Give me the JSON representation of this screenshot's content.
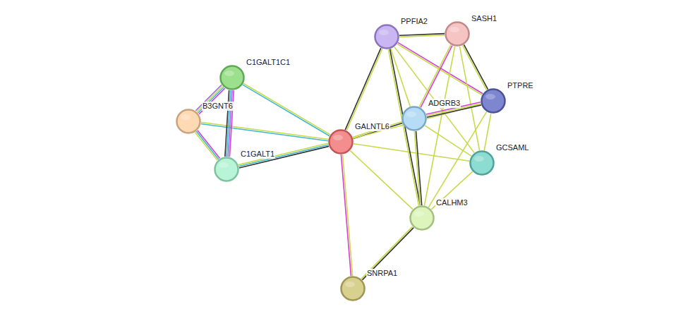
{
  "diagram": {
    "nodes": [
      {
        "text": [
          "PPFIA2"
        ]
      },
      {
        "text": [
          "SASH1"
        ]
      },
      {
        "text": [
          "C1GALT1C1"
        ]
      },
      {
        "text": [
          "PTPRE"
        ]
      },
      {
        "text": [
          "B3GNT6"
        ]
      },
      {
        "text": [
          "ADGRB3"
        ]
      },
      {
        "text": [
          "GALNTL6"
        ]
      },
      {
        "text": [
          "GCSAML"
        ]
      },
      {
        "text": [
          "C1GALT1"
        ]
      },
      {
        "text": [
          "CALHM3"
        ]
      },
      {
        "text": [
          "SNRPA1"
        ]
      }
    ],
    "edges": [
      {
        "from": 6,
        "to": 0,
        "arrow": "none"
      },
      {
        "from": 6,
        "to": 5,
        "arrow": "none"
      },
      {
        "from": 6,
        "to": 3,
        "arrow": "none"
      },
      {
        "from": 6,
        "to": 7,
        "arrow": "none"
      },
      {
        "from": 6,
        "to": 9,
        "arrow": "none"
      },
      {
        "from": 6,
        "to": 10,
        "arrow": "none"
      },
      {
        "from": 6,
        "to": 8,
        "arrow": "none"
      },
      {
        "from": 6,
        "to": 2,
        "arrow": "none"
      },
      {
        "from": 6,
        "to": 4,
        "arrow": "none"
      },
      {
        "from": 2,
        "to": 4,
        "arrow": "none"
      },
      {
        "from": 2,
        "to": 8,
        "arrow": "none"
      },
      {
        "from": 4,
        "to": 8,
        "arrow": "none"
      },
      {
        "from": 0,
        "to": 1,
        "arrow": "none"
      },
      {
        "from": 0,
        "to": 3,
        "arrow": "none"
      },
      {
        "from": 0,
        "to": 5,
        "arrow": "none"
      },
      {
        "from": 0,
        "to": 9,
        "arrow": "none"
      },
      {
        "from": 0,
        "to": 7,
        "arrow": "none"
      },
      {
        "from": 1,
        "to": 3,
        "arrow": "none"
      },
      {
        "from": 1,
        "to": 5,
        "arrow": "none"
      },
      {
        "from": 1,
        "to": 7,
        "arrow": "none"
      },
      {
        "from": 1,
        "to": 9,
        "arrow": "none"
      },
      {
        "from": 5,
        "to": 3,
        "arrow": "none"
      },
      {
        "from": 5,
        "to": 9,
        "arrow": "none"
      },
      {
        "from": 5,
        "to": 7,
        "arrow": "none"
      },
      {
        "from": 3,
        "to": 7,
        "arrow": "none"
      },
      {
        "from": 3,
        "to": 9,
        "arrow": "none"
      },
      {
        "from": 7,
        "to": 9,
        "arrow": "none"
      },
      {
        "from": 9,
        "to": 10,
        "arrow": "none"
      }
    ]
  }
}
